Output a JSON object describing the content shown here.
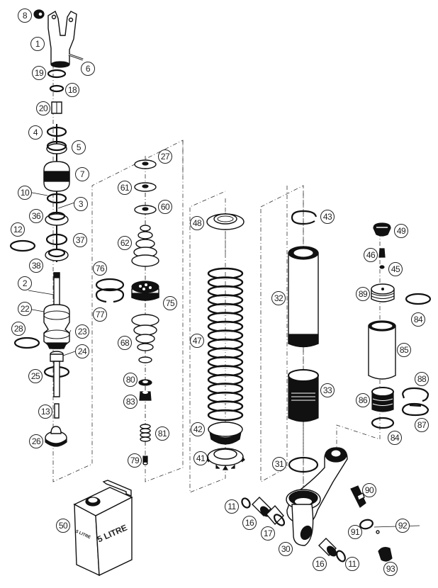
{
  "diagram": {
    "type": "exploded-parts-diagram",
    "subject": "shock absorber assembly",
    "callouts": {
      "c8": "8",
      "c1": "1",
      "c6": "6",
      "c19": "19",
      "c18": "18",
      "c20": "20",
      "c4": "4",
      "c5": "5",
      "c7": "7",
      "c10": "10",
      "c3": "3",
      "c36": "36",
      "c12": "12",
      "c37": "37",
      "c38": "38",
      "c2": "2",
      "c22": "22",
      "c28": "28",
      "c23": "23",
      "c24": "24",
      "c25": "25",
      "c13": "13",
      "c26": "26",
      "c27": "27",
      "c61": "61",
      "c60": "60",
      "c62": "62",
      "c76": "76",
      "c77": "77",
      "c75": "75",
      "c68": "68",
      "c80": "80",
      "c83": "83",
      "c81": "81",
      "c79": "79",
      "c48": "48",
      "c47": "47",
      "c42": "42",
      "c41": "41",
      "c43": "43",
      "c32": "32",
      "c33": "33",
      "c31": "31",
      "c49": "49",
      "c46": "46",
      "c45": "45",
      "c89": "89",
      "c84a": "84",
      "c85": "85",
      "c88": "88",
      "c86": "86",
      "c87": "87",
      "c84b": "84",
      "c90": "90",
      "c92": "92",
      "c91": "91",
      "c93": "93",
      "c11a": "11",
      "c16a": "16",
      "c17": "17",
      "c30": "30",
      "c16b": "16",
      "c11b": "11",
      "c50": "50"
    },
    "oil_can": {
      "front_label": "5 LITRE",
      "side_label": "5 LITRE"
    }
  }
}
